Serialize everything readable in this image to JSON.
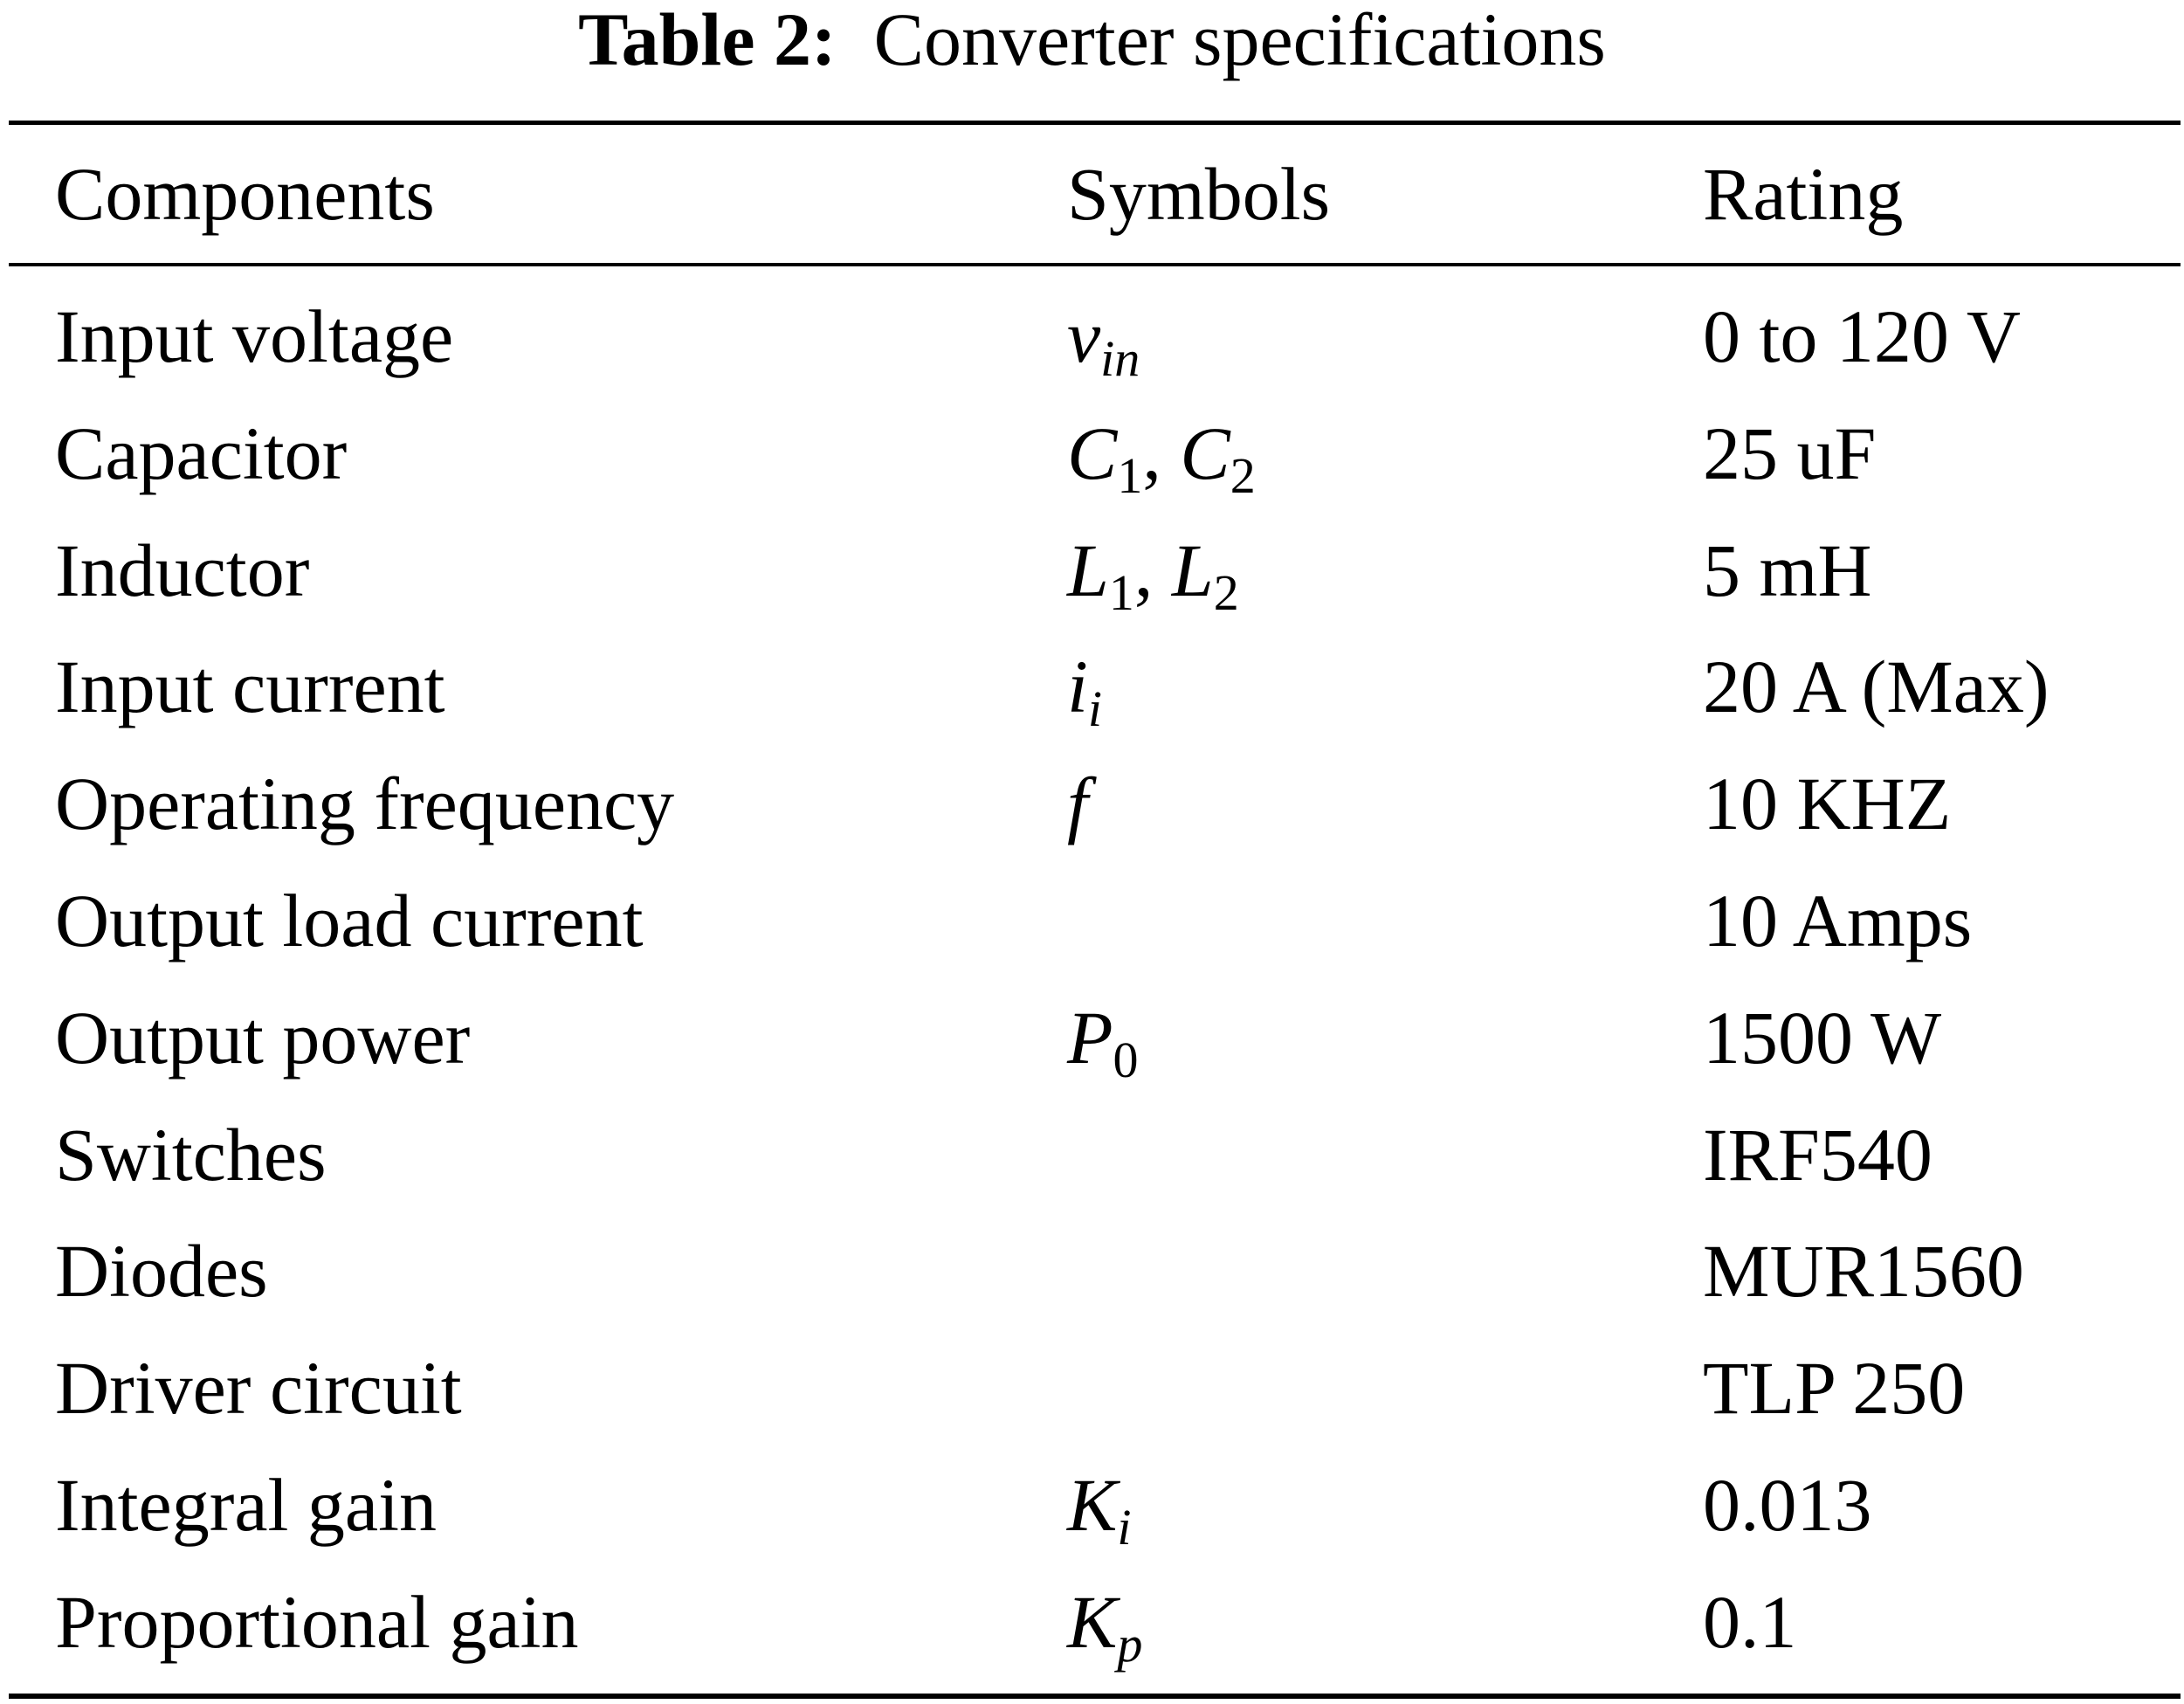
{
  "table": {
    "caption_label": "Table 2:",
    "caption_text": "Converter specifications",
    "headers": {
      "components": "Components",
      "symbols": "Symbols",
      "rating": "Rating"
    },
    "rows": [
      {
        "component": "Input voltage",
        "symbol": "v_in",
        "rating": "0 to 120 V"
      },
      {
        "component": "Capacitor",
        "symbol": "C_1, C_2",
        "rating": "25 uF"
      },
      {
        "component": "Inductor",
        "symbol": "L_1, L_2",
        "rating": "5 mH"
      },
      {
        "component": "Input current",
        "symbol": "i_i",
        "rating": "20 A (Max)"
      },
      {
        "component": "Operating frequency",
        "symbol": "f",
        "rating": "10 KHZ"
      },
      {
        "component": "Output load current",
        "symbol": "",
        "rating": "10 Amps"
      },
      {
        "component": "Output power",
        "symbol": "P_0",
        "rating": "1500 W"
      },
      {
        "component": "Switches",
        "symbol": "",
        "rating": "IRF540"
      },
      {
        "component": "Diodes",
        "symbol": "",
        "rating": "MUR1560"
      },
      {
        "component": "Driver circuit",
        "symbol": "",
        "rating": "TLP 250"
      },
      {
        "component": "Integral gain",
        "symbol": "K_i",
        "rating": "0.013"
      },
      {
        "component": "Proportional gain",
        "symbol": "K_p",
        "rating": "0.1"
      }
    ]
  }
}
